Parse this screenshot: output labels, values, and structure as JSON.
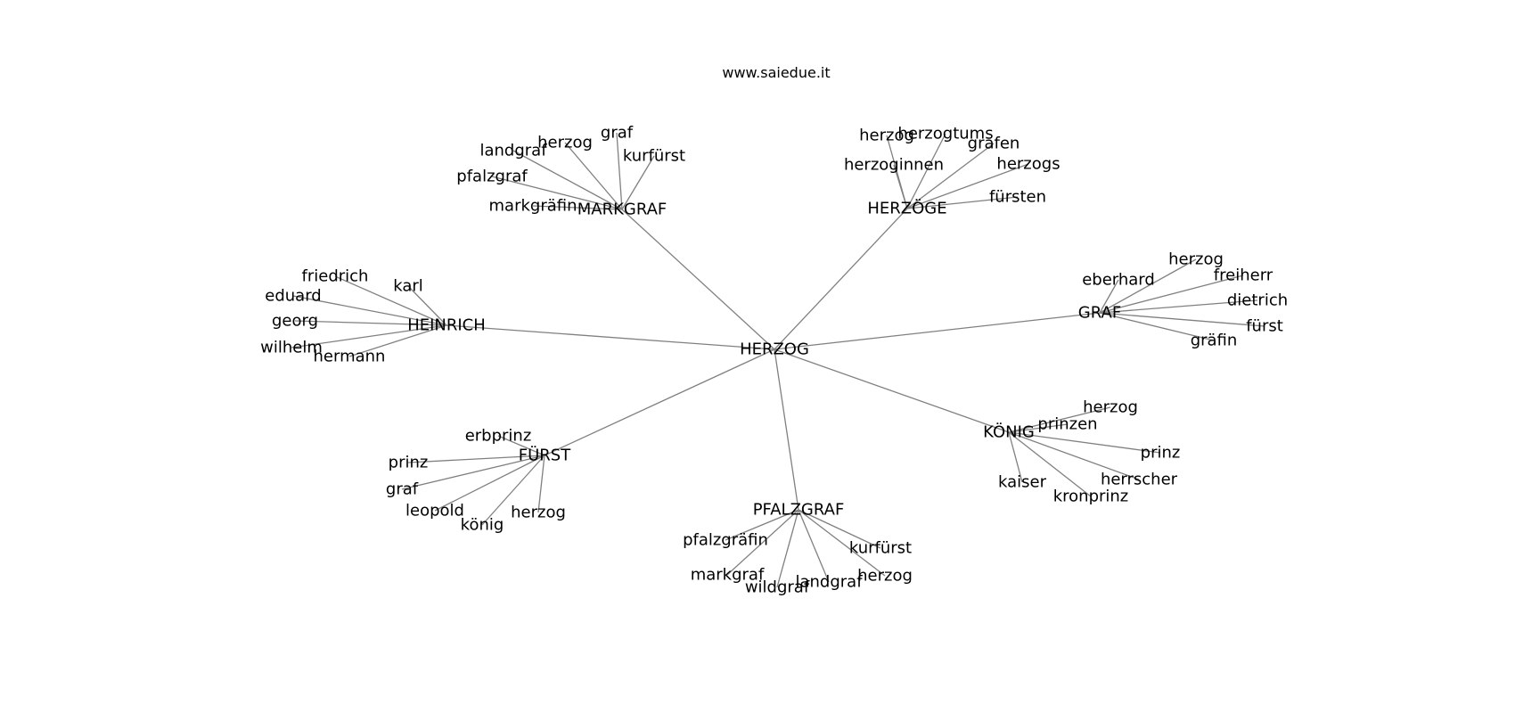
{
  "site": "www.saiedue.it",
  "colors": {
    "edge": "#808080",
    "text": "#000000",
    "background": "#ffffff"
  },
  "root": "HERZOG",
  "hubs": [
    {
      "label": "MARKGRAF",
      "leaves": [
        "graf",
        "herzog",
        "landgraf",
        "pfalzgraf",
        "markgräfin",
        "kurfürst"
      ]
    },
    {
      "label": "HERZÖGE",
      "leaves": [
        "herzog",
        "herzogtums",
        "grafen",
        "herzoginnen",
        "herzogs",
        "fürsten"
      ]
    },
    {
      "label": "HEINRICH",
      "leaves": [
        "friedrich",
        "karl",
        "eduard",
        "georg",
        "wilhelm",
        "hermann"
      ]
    },
    {
      "label": "GRAF",
      "leaves": [
        "herzog",
        "eberhard",
        "freiherr",
        "dietrich",
        "fürst",
        "gräfin"
      ]
    },
    {
      "label": "KÖNIG",
      "leaves": [
        "herzog",
        "prinzen",
        "prinz",
        "herrscher",
        "kaiser",
        "kronprinz"
      ]
    },
    {
      "label": "FÜRST",
      "leaves": [
        "erbprinz",
        "prinz",
        "graf",
        "leopold",
        "herzog",
        "könig"
      ]
    },
    {
      "label": "PFALZGRAF",
      "leaves": [
        "pfalzgräfin",
        "kurfürst",
        "markgraf",
        "wildgraf",
        "landgraf",
        "herzog"
      ]
    }
  ]
}
